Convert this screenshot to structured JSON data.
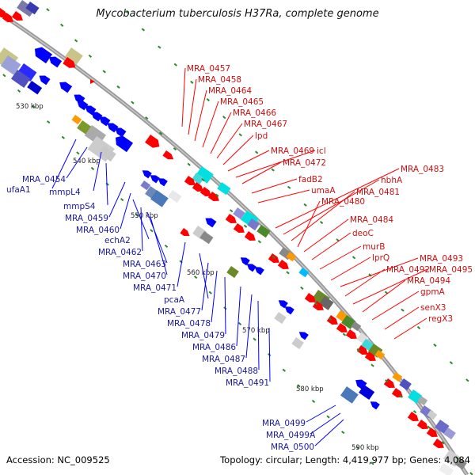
{
  "title": "Mycobacterium tuberculosis H37Ra, complete genome",
  "footer": {
    "accession": "Accession: NC_009525",
    "summary": "Topology: circular; Length: 4,419,977 bp; Genes: 4,084"
  },
  "colors": {
    "forward": "#ff0000",
    "reverse": "#0000ff",
    "backbone": "#8c8c8c",
    "tick": "#2a8a2a"
  },
  "scale": [
    {
      "label": "530 kbp"
    },
    {
      "label": "540 kbp"
    },
    {
      "label": "550 kbp"
    },
    {
      "label": "560 kbp"
    },
    {
      "label": "570 kbp"
    },
    {
      "label": "580 kbp"
    },
    {
      "label": "590 kbp"
    }
  ],
  "labels_left": [
    "ufaA1",
    "MRA_0454",
    "mmpL4",
    "mmpS4",
    "MRA_0459",
    "MRA_0460",
    "echA2",
    "MRA_0462",
    "MRA_0463",
    "MRA_0470",
    "MRA_0471",
    "pcaA",
    "MRA_0477",
    "MRA_0478",
    "MRA_0479",
    "MRA_0486",
    "MRA_0487",
    "MRA_0488",
    "MRA_0491",
    "MRA_0499",
    "MRA_0499A",
    "MRA_0500"
  ],
  "labels_right": [
    "MRA_0457",
    "MRA_0458",
    "MRA_0464",
    "MRA_0465",
    "MRA_0466",
    "MRA_0467",
    "lpd",
    "MRA_0469",
    "icl",
    "MRA_0472",
    "fadB2",
    "umaA",
    "MRA_0483",
    "hbhA",
    "MRA_0481",
    "MRA_0480",
    "MRA_0484",
    "deoC",
    "murB",
    "lprQ",
    "MRA_0493",
    "MRA_0492",
    "MRA_0495",
    "MRA_0494",
    "gpmA",
    "senX3",
    "regX3"
  ]
}
